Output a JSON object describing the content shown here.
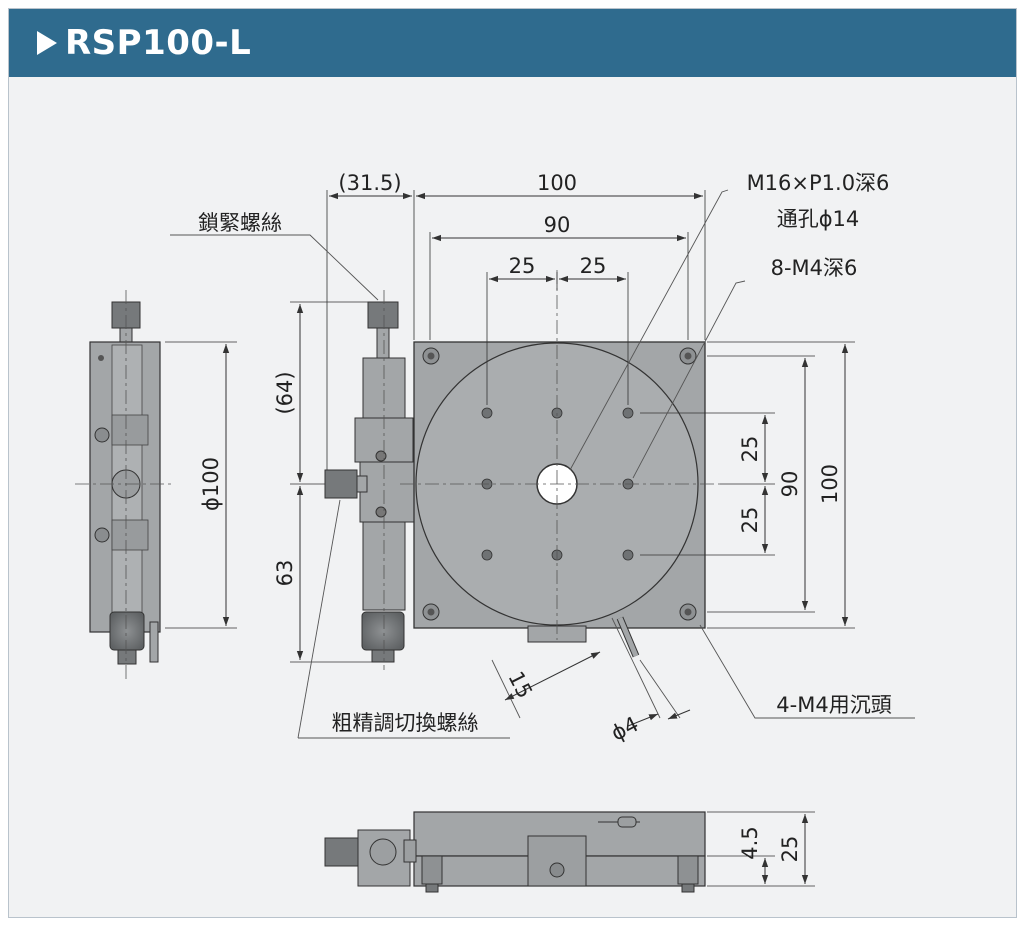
{
  "header": {
    "title": "RSP100-L",
    "color": "#2f6b8e"
  },
  "dimensions": {
    "lock_offset": "(31.5)",
    "overall_width": "100",
    "hole_pitch_90": "90",
    "hole_pitch_25_left": "25",
    "hole_pitch_25_right": "25",
    "height_64": "(64)",
    "height_63": "63",
    "side_25_top": "25",
    "side_25_bottom": "25",
    "side_90": "90",
    "side_100": "100",
    "diameter_100": "ϕ100",
    "dim_15": "15",
    "dim_phi4": "ϕ4",
    "thickness_4_5": "4.5",
    "thickness_25": "25"
  },
  "callouts": {
    "lock_screw": "鎖緊螺絲",
    "center_thread": "M16×P1.0深6",
    "through_hole": "通孔ϕ14",
    "tapped_holes": "8-M4深6",
    "counterbore": "4-M4用沉頭",
    "coarse_fine_screw": "粗精調切換螺絲"
  },
  "colors": {
    "part_fill": "#a3a6a8",
    "part_dark": "#6f7274",
    "line": "#333333"
  }
}
